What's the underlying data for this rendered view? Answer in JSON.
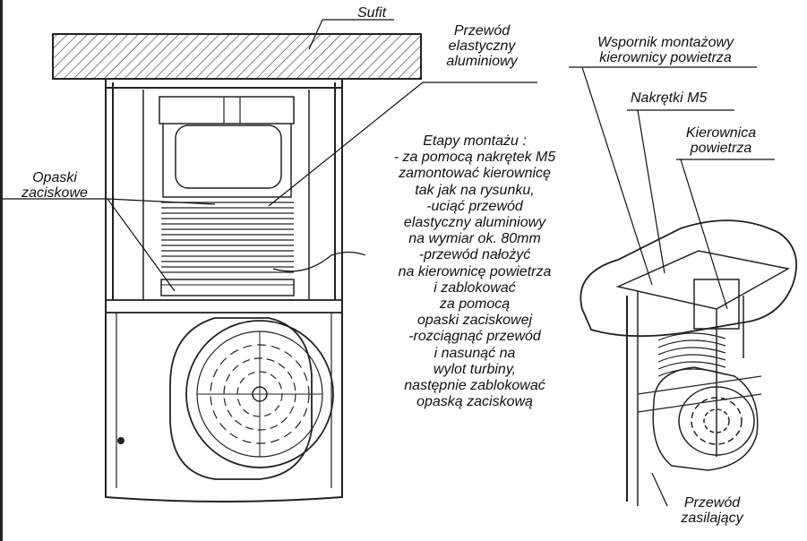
{
  "labels": {
    "ceiling": "Sufit",
    "flex_duct": [
      "Przewód",
      "elastyczny",
      "aluminiowy"
    ],
    "clamps": [
      "Opaski",
      "zaciskowe"
    ],
    "bracket": [
      "Wspornik montażowy",
      "kierownicy powietrza"
    ],
    "nuts": "Nakrętki M5",
    "air_guide": [
      "Kierownica",
      "powietrza"
    ],
    "power_cable": [
      "Przewód",
      "zasilający"
    ]
  },
  "steps": [
    "Etapy montażu :",
    "- za pomocą nakrętek M5",
    "zamontować kierownicę",
    "tak jak na rysunku,",
    "-uciąć przewód",
    "elastyczny aluminiowy",
    "na wymiar ok. 80mm",
    "-przewód nałożyć",
    "na kierownicę powietrza",
    "i zablokować",
    "za pomocą",
    "opaski zaciskowej",
    "-rozciągnąć przewód",
    "i nasunąć na",
    "wylot turbiny,",
    "następnie zablokować",
    "opaską zaciskową"
  ]
}
